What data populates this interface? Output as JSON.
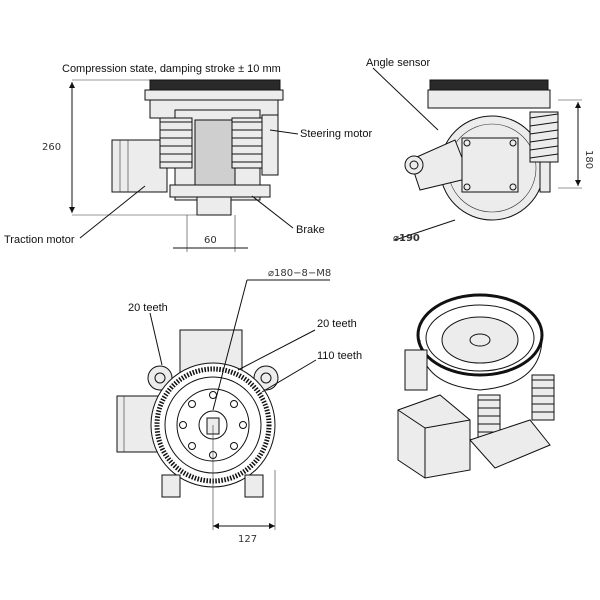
{
  "labels": {
    "compression": "Compression state, damping stroke ± 10 mm",
    "steering_motor": "Steering  motor",
    "traction_motor": "Traction motor",
    "brake": "Brake",
    "angle_sensor": "Angle sensor",
    "teeth_left": "20 teeth",
    "teeth_right": "20 teeth",
    "teeth_110": "110 teeth"
  },
  "dimensions": {
    "height": "260",
    "width_60": "60",
    "side_180": "180",
    "wheel_dia": "⌀190",
    "bolt_pattern": "⌀180−8−M8",
    "offset_127": "127"
  }
}
